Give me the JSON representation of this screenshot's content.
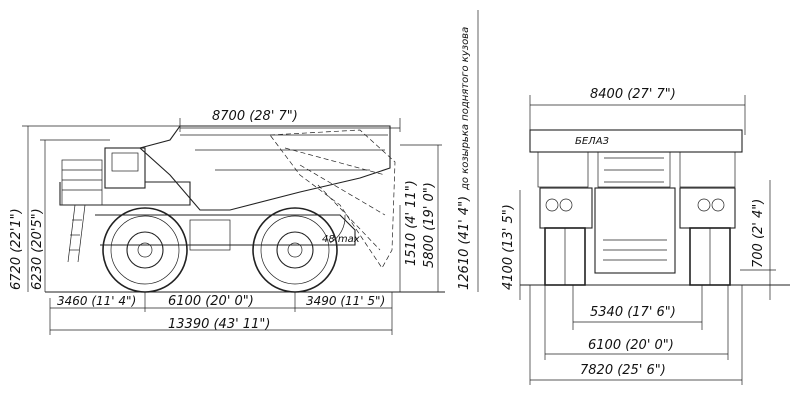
{
  "side_view": {
    "overall_height": "6720 (22'1\")",
    "cab_height": "6230 (20'5\")",
    "body_length": "8700 (28' 7\")",
    "front_overhang": "3460 (11' 4\")",
    "wheelbase": "6100 (20' 0\")",
    "rear_overhang": "3490 (11' 5\")",
    "overall_length": "13390 (43' 11\")",
    "dump_angle": "48 max",
    "body_rear_clearance": "1510 (4' 11\")",
    "body_height": "5800 (19' 0\")",
    "raised_height": "12610 (41' 4\")",
    "raised_height_note": "до козырька поднятого кузова"
  },
  "front_view": {
    "body_width": "8400 (27' 7\")",
    "height_to_axle": "4100 (13' 5\")",
    "ground_clearance": "700 (2' 4\")",
    "front_track": "5340 (17' 6\")",
    "rear_track": "6100 (20' 0\")",
    "overall_width": "7820 (25' 6\")",
    "brand_plate": "БЕЛАЗ"
  }
}
